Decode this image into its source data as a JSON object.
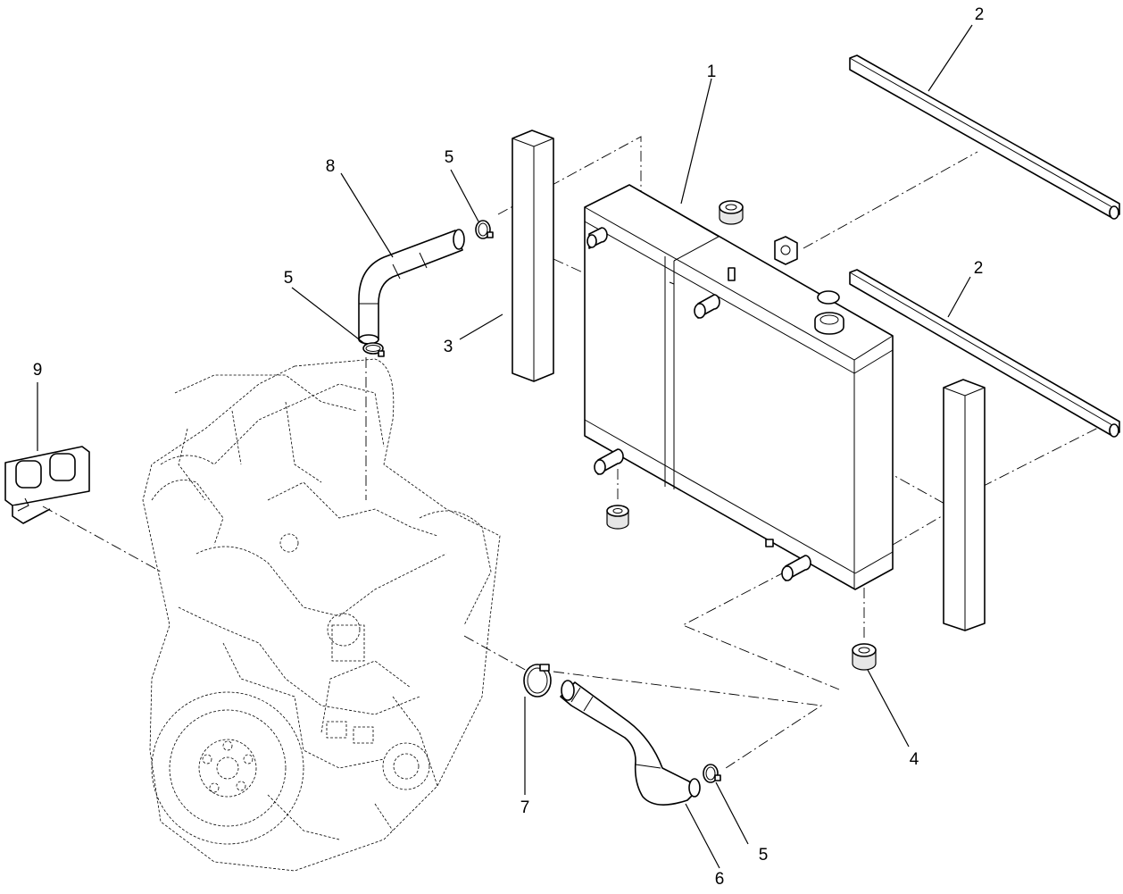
{
  "diagram": {
    "type": "exploded-parts-view",
    "callouts": [
      {
        "id": "c1",
        "text": "1"
      },
      {
        "id": "c2a",
        "text": "2"
      },
      {
        "id": "c2b",
        "text": "2"
      },
      {
        "id": "c3",
        "text": "3"
      },
      {
        "id": "c4",
        "text": "4"
      },
      {
        "id": "c5a",
        "text": "5"
      },
      {
        "id": "c5b",
        "text": "5"
      },
      {
        "id": "c5c",
        "text": "5"
      },
      {
        "id": "c6",
        "text": "6"
      },
      {
        "id": "c7",
        "text": "7"
      },
      {
        "id": "c8",
        "text": "8"
      },
      {
        "id": "c9",
        "text": "9"
      }
    ]
  }
}
